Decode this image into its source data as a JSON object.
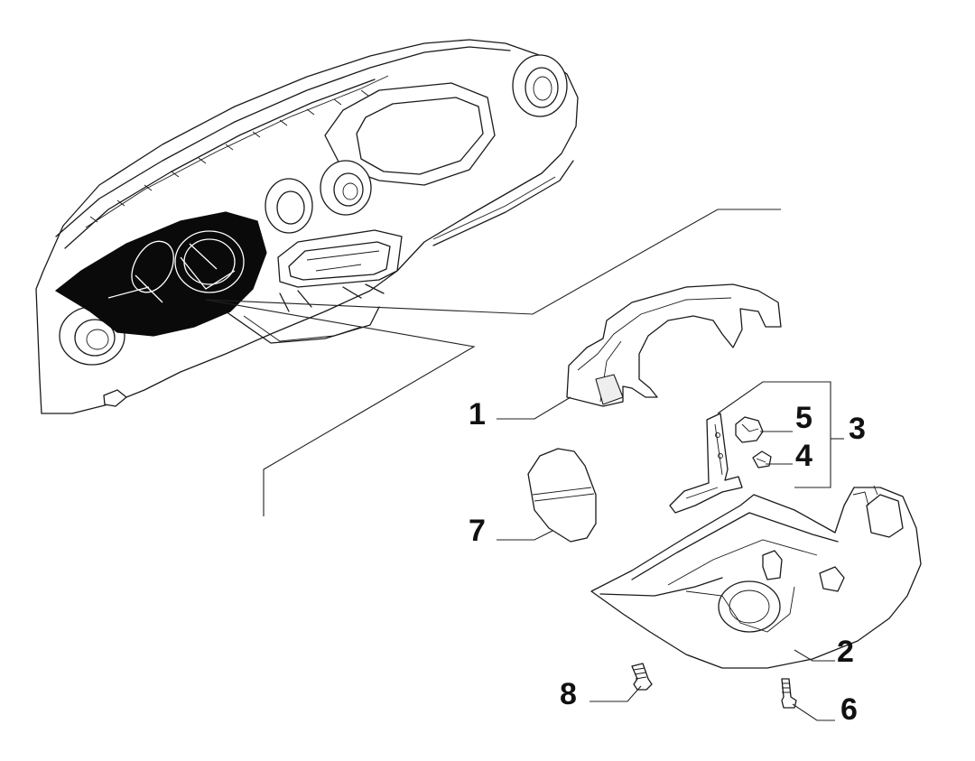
{
  "callouts": {
    "c1": "1",
    "c2": "2",
    "c3": "3",
    "c4": "4",
    "c5": "5",
    "c6": "6",
    "c7": "7",
    "c8": "8"
  },
  "colors": {
    "line": "#1a1a1a",
    "highlight": "#0a0a0a",
    "background": "#ffffff"
  }
}
